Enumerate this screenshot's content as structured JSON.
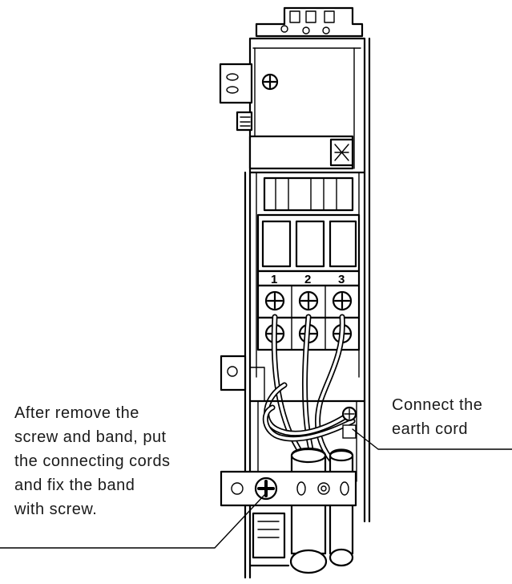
{
  "callouts": {
    "left": {
      "lines": [
        "After remove the",
        "screw and band, put",
        "the connecting cords",
        "and fix the band",
        "with screw."
      ]
    },
    "right": {
      "lines": [
        "Connect the",
        "earth cord"
      ]
    }
  },
  "terminals": {
    "labels": [
      "1",
      "2",
      "3"
    ]
  }
}
